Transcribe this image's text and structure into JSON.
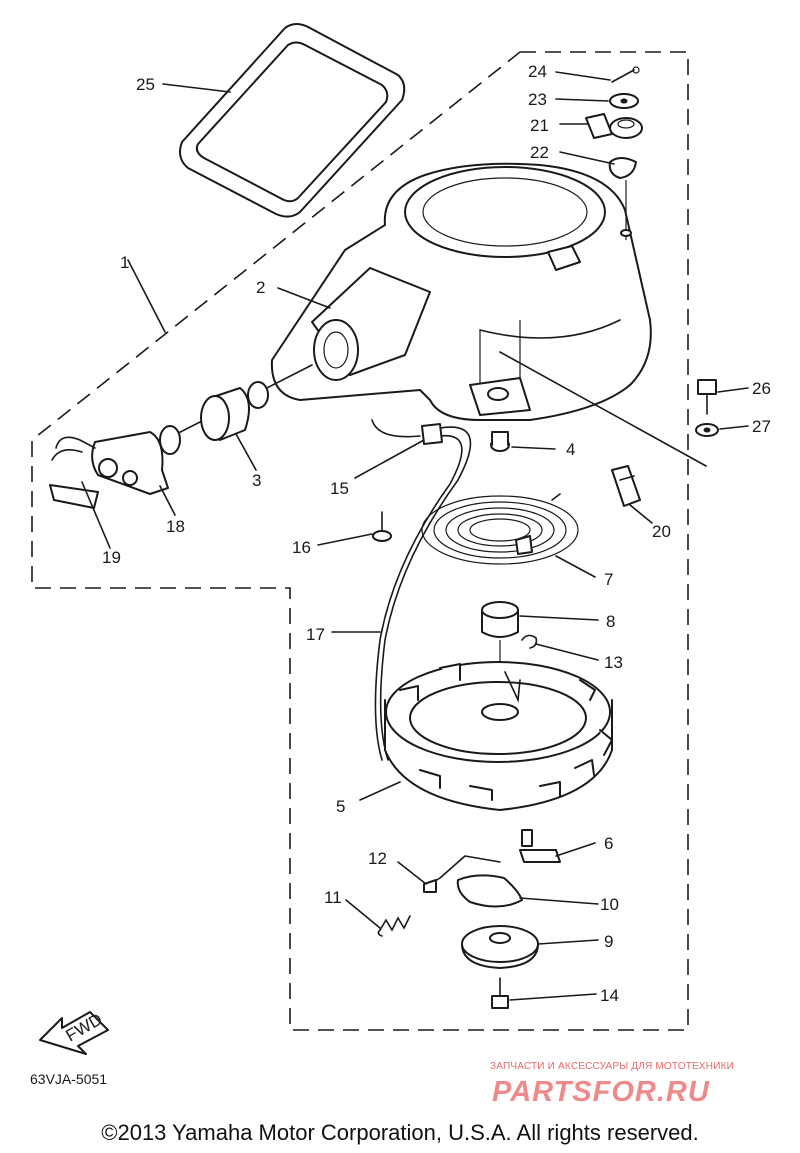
{
  "diagram": {
    "callouts": [
      "1",
      "2",
      "3",
      "4",
      "5",
      "6",
      "7",
      "8",
      "9",
      "10",
      "11",
      "12",
      "13",
      "14",
      "15",
      "16",
      "17",
      "18",
      "19",
      "20",
      "21",
      "22",
      "23",
      "24",
      "25",
      "26",
      "27"
    ],
    "fwd_label": "FWD",
    "drawing_code": "63VJA-5051"
  },
  "watermark": {
    "subtitle": "ЗАПЧАСТИ И АКСЕССУАРЫ ДЛЯ МОТОТЕХНИКИ",
    "brand": "PARTSFOR.RU"
  },
  "copyright": "©2013 Yamaha Motor Corporation, U.S.A. All rights reserved."
}
